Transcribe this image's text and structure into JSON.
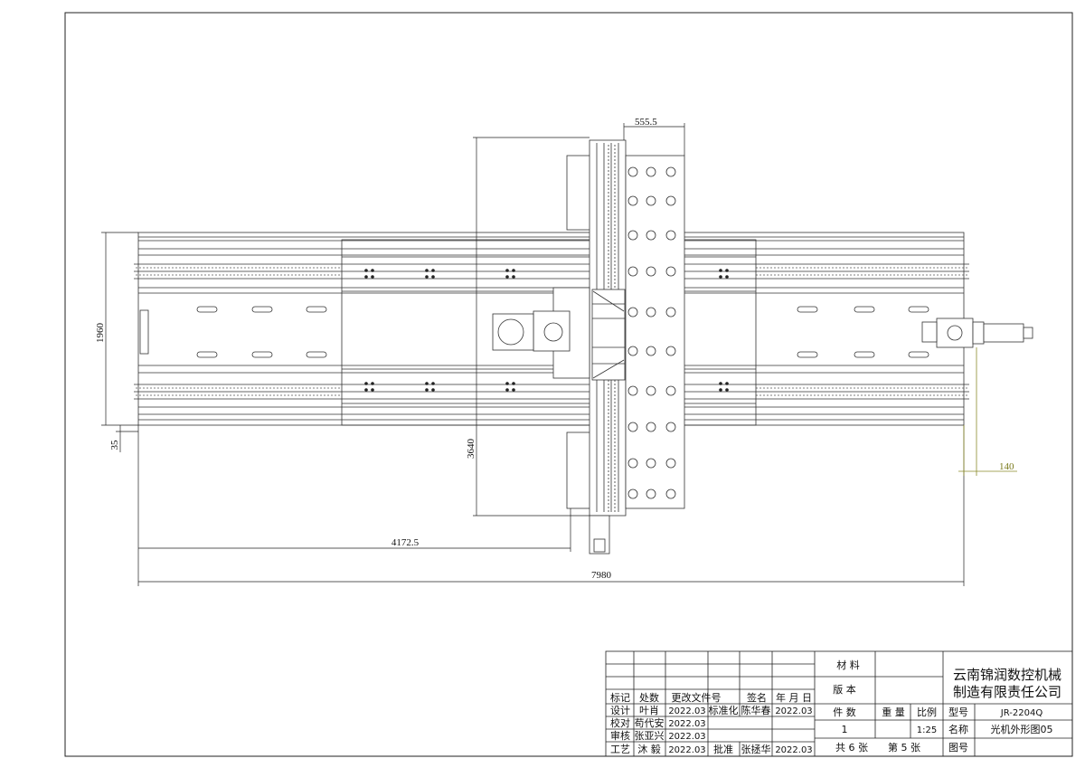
{
  "dimensions": {
    "d555": "555.5",
    "d1960": "1960",
    "d35": "35",
    "d3640": "3640",
    "d140": "140",
    "d4172": "4172.5",
    "d7980": "7980"
  },
  "title_block": {
    "company_line1": "云南锦润数控机械",
    "company_line2": "制造有限责任公司",
    "material_label": "材 料",
    "version_label": "版 本",
    "header": {
      "mark": "标记",
      "count": "处数",
      "change_doc": "更改文件号",
      "sign": "签名",
      "date": "年 月 日"
    },
    "design": {
      "role": "设计",
      "name": "叶肖",
      "date": "2022.03"
    },
    "standard": {
      "role": "标准化",
      "name": "陈华春",
      "date": "2022.03"
    },
    "check": {
      "role": "校对",
      "name": "苟代安",
      "date": "2022.03"
    },
    "review": {
      "role": "审核",
      "name": "张亚兴",
      "date": "2022.03"
    },
    "process": {
      "role": "工艺",
      "name": "沐 毅",
      "date": "2022.03"
    },
    "approve": {
      "role": "批准",
      "name": "张拯华",
      "date": "2022.03"
    },
    "qty_label": "件 数",
    "weight_label": "重 量",
    "scale_label": "比例",
    "qty_value": "1",
    "scale_value": "1:25",
    "sheets": "共 6 张",
    "sheet_no": "第 5 张",
    "model_label": "型号",
    "model_value": "JR-2204Q",
    "name_label": "名称",
    "name_value": "光机外形图05",
    "drawing_no_label": "图号"
  }
}
